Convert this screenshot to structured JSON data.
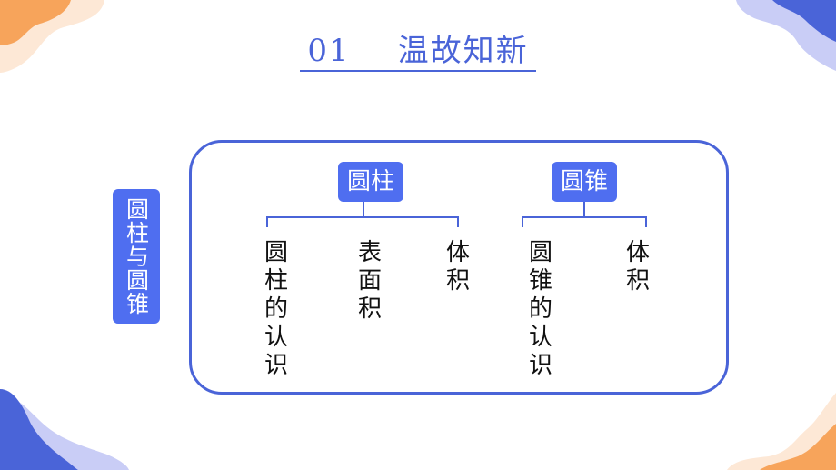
{
  "header": {
    "number": "01",
    "title": "温故知新"
  },
  "side_tag": "圆柱与圆锥",
  "tree": {
    "cylinder": {
      "label": "圆柱",
      "children": [
        "圆柱的认识",
        "表面积",
        "体积"
      ]
    },
    "cone": {
      "label": "圆锥",
      "children": [
        "圆锥的认识",
        "体积"
      ]
    }
  },
  "colors": {
    "accent": "#4f6ef0",
    "line": "#4a64d8",
    "orange": "#f7a45b",
    "lavender": "#c9cdf6"
  }
}
